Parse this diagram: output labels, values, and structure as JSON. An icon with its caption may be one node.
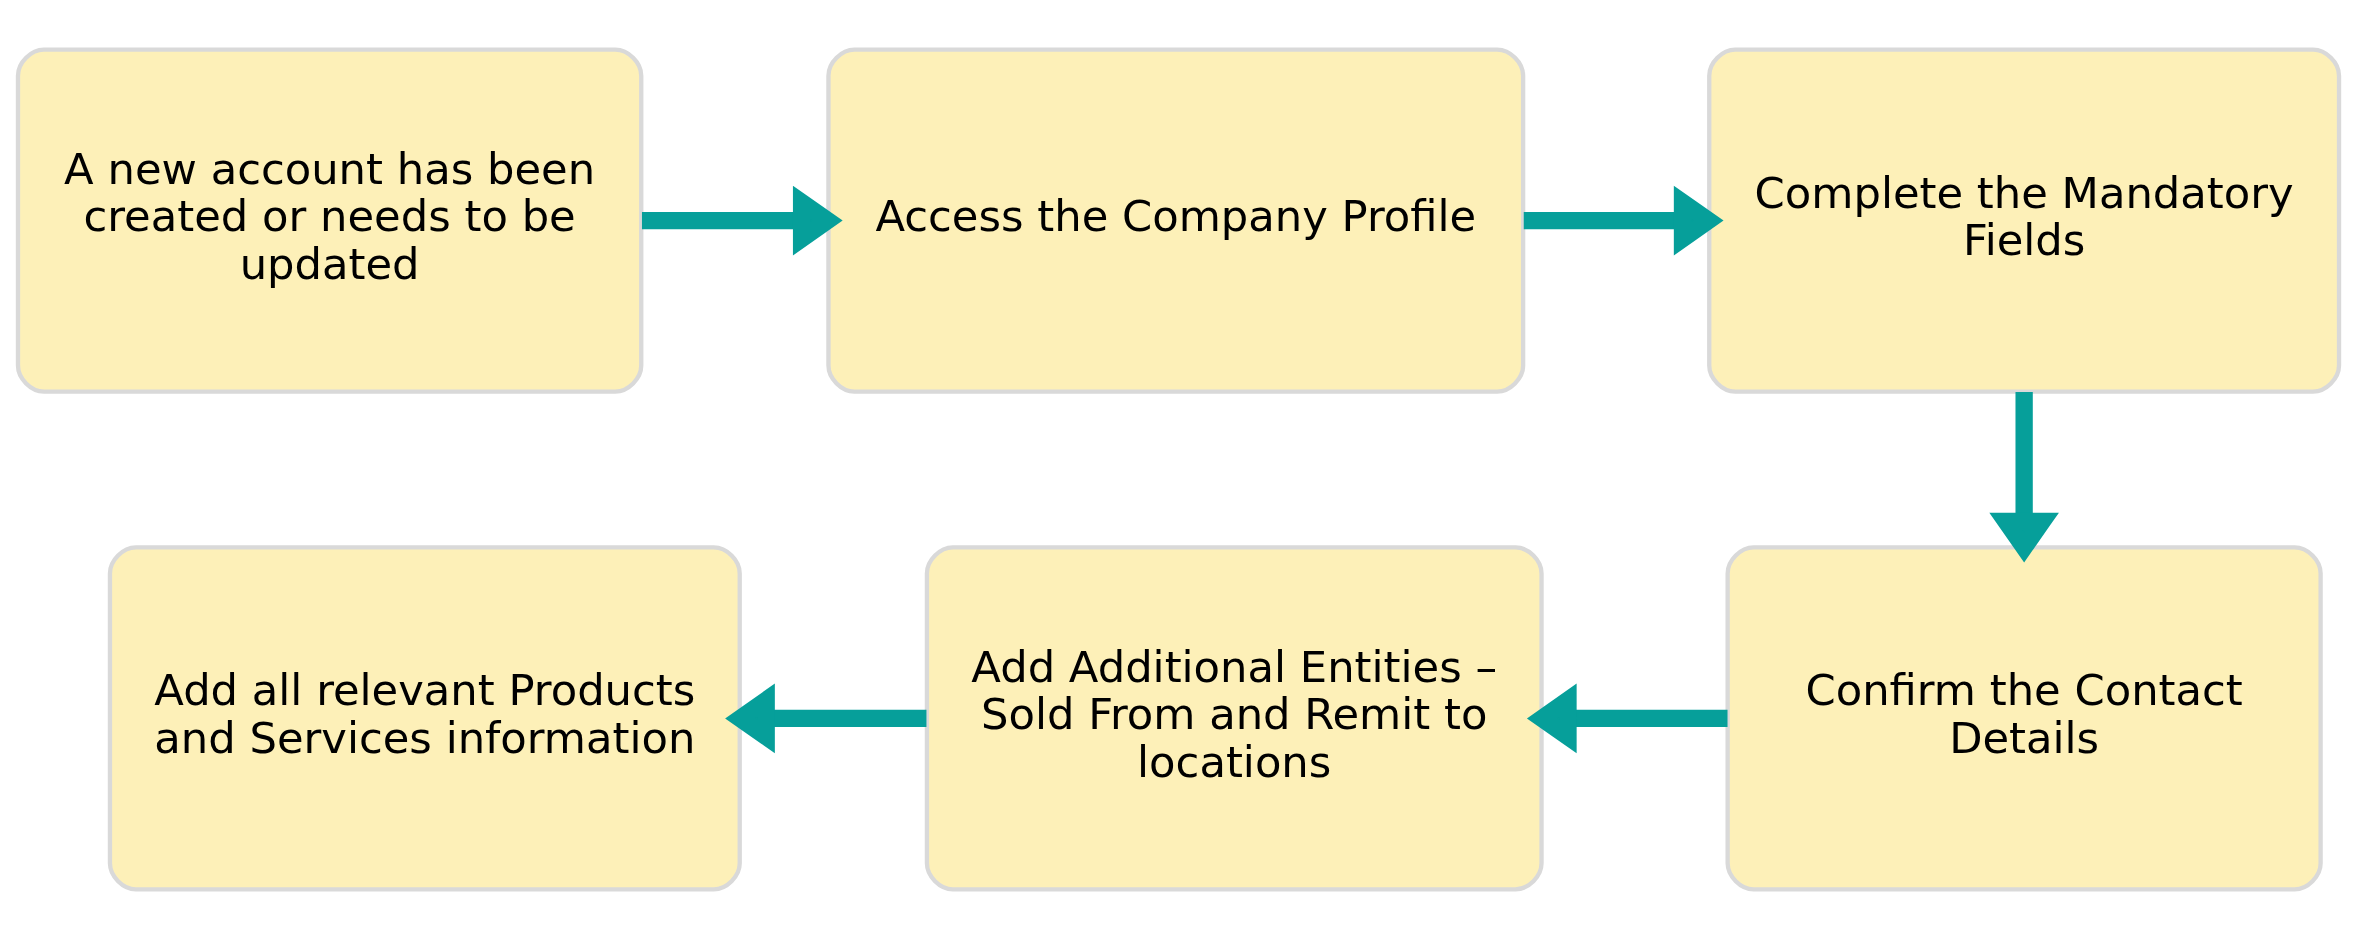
{
  "diagram": {
    "nodes": [
      {
        "text": [
          "A new account has been created or needs to be updated"
        ]
      },
      {
        "text": [
          "Access the Company Profile"
        ]
      },
      {
        "text": [
          "Complete the Mandatory Fields"
        ]
      },
      {
        "text": [
          "Confirm the Contact Details"
        ]
      },
      {
        "text": [
          "Add Additional Entities – Sold From and Remit to locations"
        ]
      },
      {
        "text": [
          "Add all relevant Products and Services information"
        ]
      }
    ],
    "edges": [
      {
        "from": 0,
        "to": 1,
        "arrow": "to"
      },
      {
        "from": 1,
        "to": 2,
        "arrow": "to"
      },
      {
        "from": 2,
        "to": 3,
        "arrow": "to"
      },
      {
        "from": 3,
        "to": 4,
        "arrow": "to"
      },
      {
        "from": 4,
        "to": 5,
        "arrow": "to"
      }
    ]
  }
}
